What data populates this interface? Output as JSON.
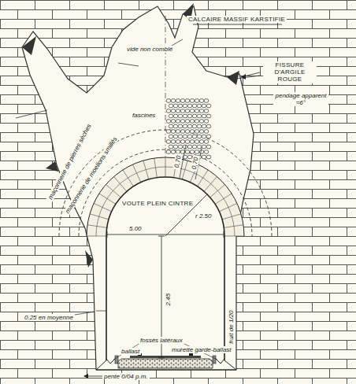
{
  "diagram": {
    "labels": [
      "CALCAIRE MASSIF KARSTIFIE",
      "vide non comblé",
      "FISSURE D'ARGILE ROUGE",
      "pendage apparent ≈6°",
      "fascines",
      "maçonnerie de pierres sèches",
      "maçonnerie de moellons smillés",
      "0,70",
      "0,70",
      "VOUTE PLEIN CINTRE",
      "5.00",
      "r 2.50",
      "2.45",
      "0.25 en moyenne",
      "fossés latéraux",
      "murette garde-ballast",
      "fruit de 1/20",
      "ballast",
      "pente 0/04 p.m."
    ]
  }
}
